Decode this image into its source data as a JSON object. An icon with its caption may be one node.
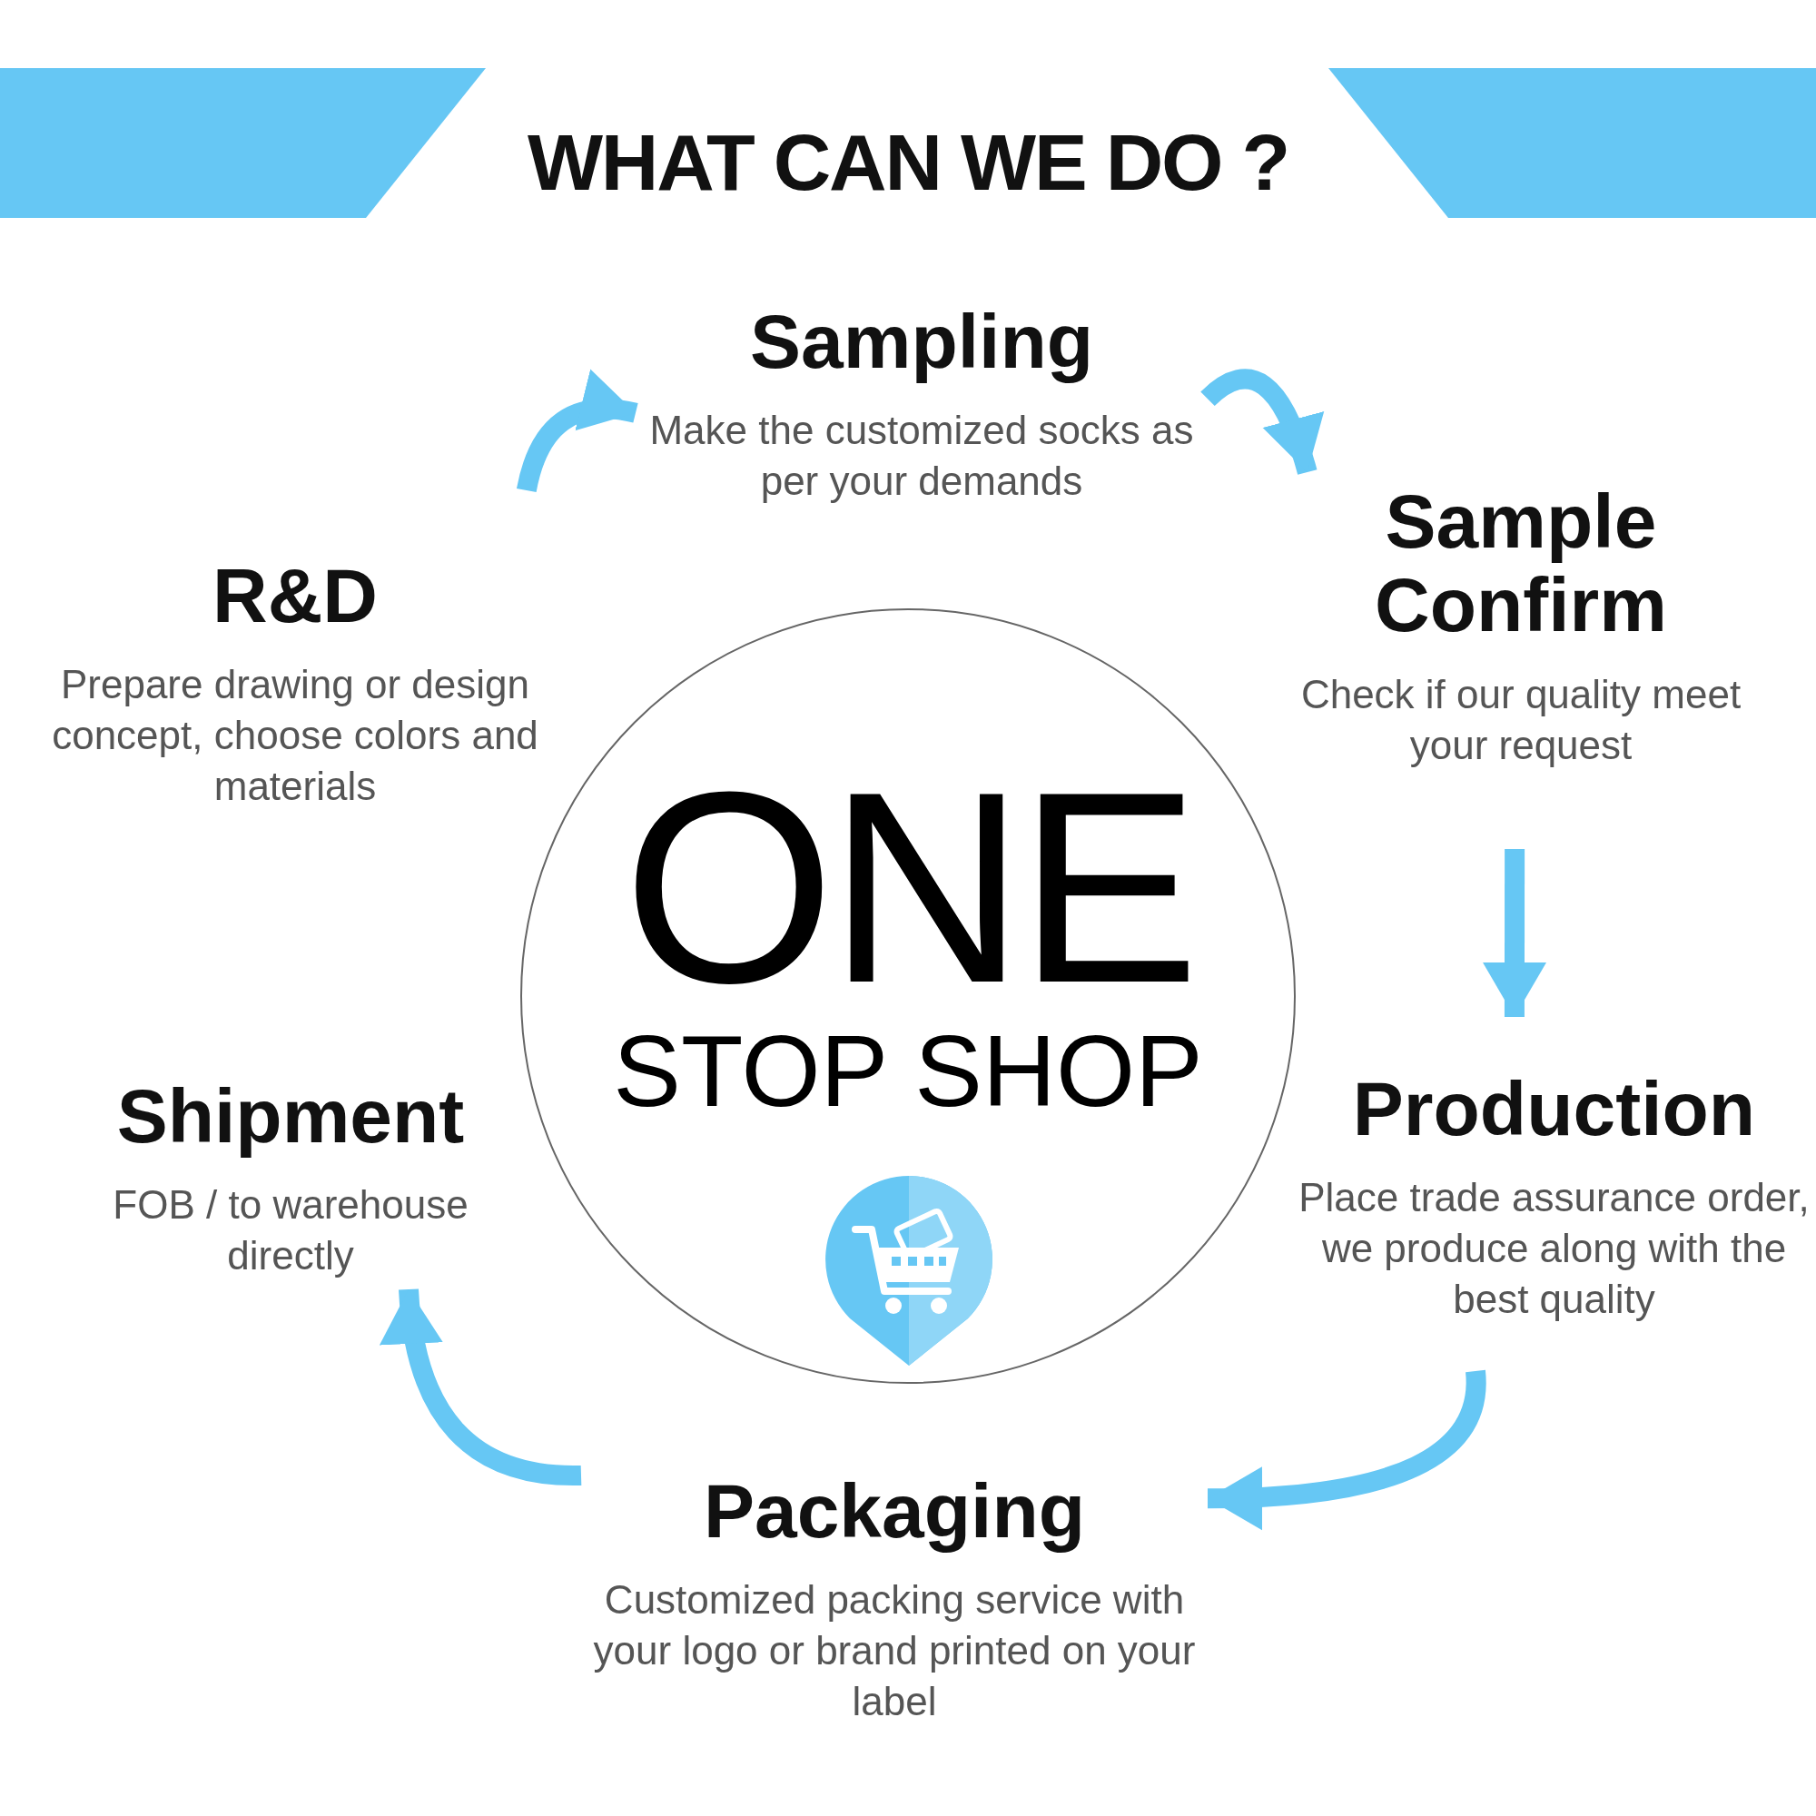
{
  "diagram": {
    "title": "WHAT CAN WE DO ?",
    "nodes": [
      {
        "text": [
          "R&D",
          "Prepare drawing or design concept, choose colors and materials"
        ]
      },
      {
        "text": [
          "Sampling",
          "Make the customized socks as per your demands"
        ]
      },
      {
        "text": [
          "Sample Confirm",
          "Check if our quality meet your request"
        ]
      },
      {
        "text": [
          "Production",
          "Place trade assurance order, we produce along with the best quality"
        ]
      },
      {
        "text": [
          "Packaging",
          "Customized packing service with your logo or brand printed on your label"
        ]
      },
      {
        "text": [
          "Shipment",
          "FOB / to warehouse directly"
        ]
      },
      {
        "text": [
          "ONE",
          "STOP SHOP"
        ]
      }
    ],
    "edges": [
      {
        "from": 0,
        "to": 1,
        "arrow": "to"
      },
      {
        "from": 1,
        "to": 2,
        "arrow": "to"
      },
      {
        "from": 2,
        "to": 3,
        "arrow": "to"
      },
      {
        "from": 3,
        "to": 4,
        "arrow": "to"
      },
      {
        "from": 4,
        "to": 5,
        "arrow": "to"
      }
    ]
  }
}
